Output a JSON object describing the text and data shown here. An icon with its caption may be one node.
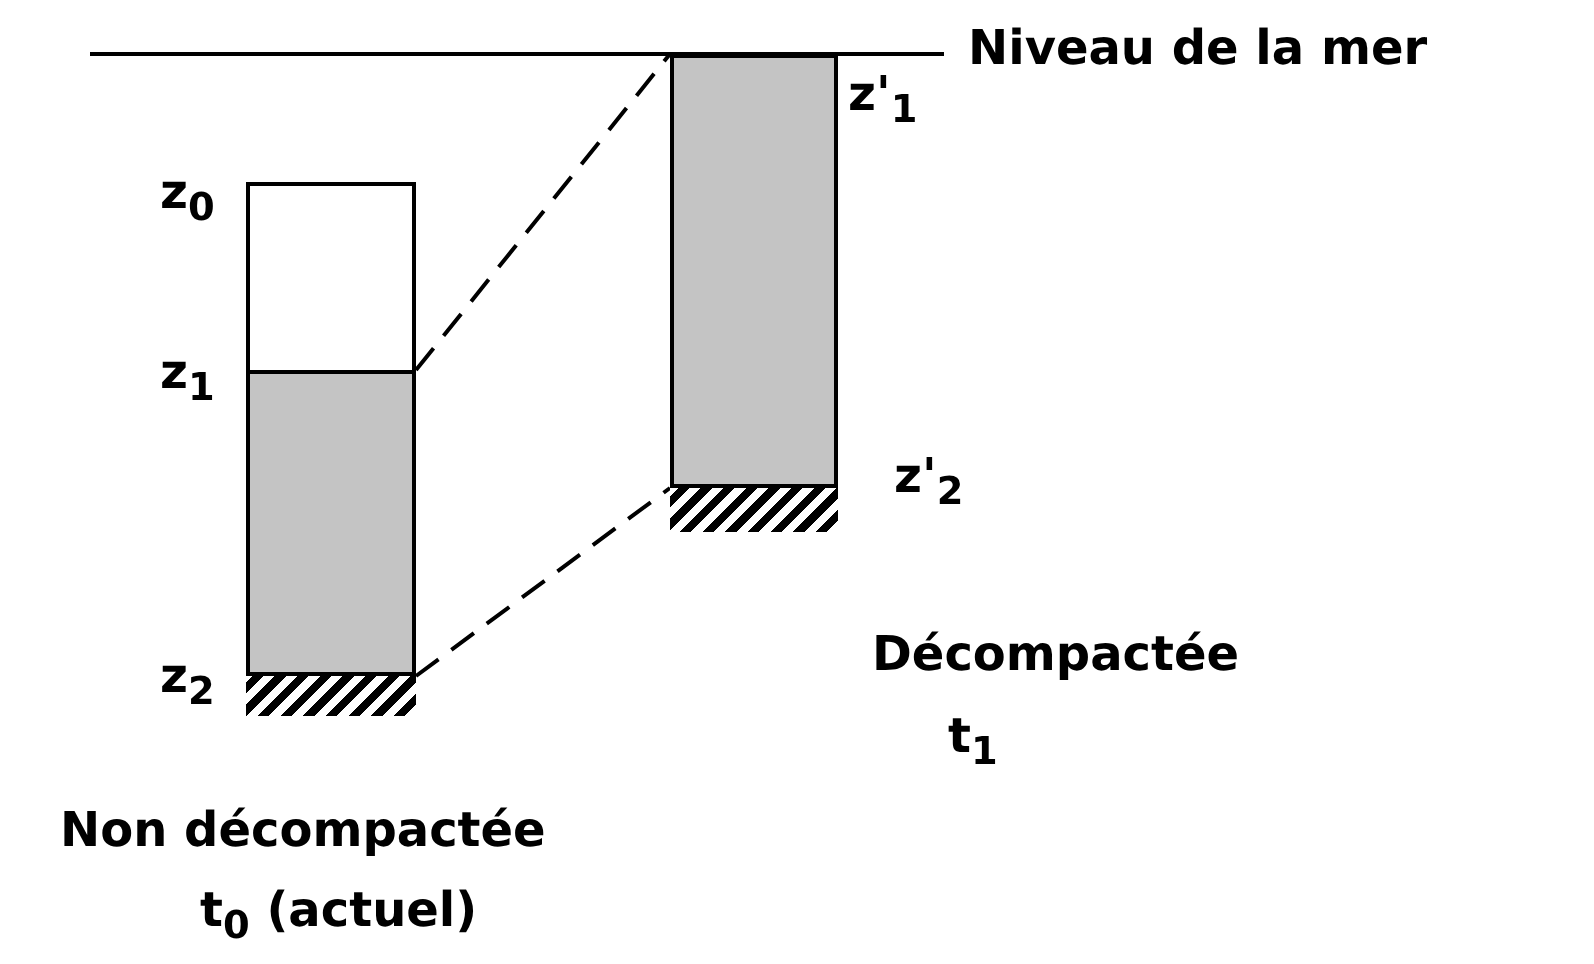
{
  "diagram": {
    "nodes": [
      {
        "text": [],
        "shape": "box"
      },
      {
        "text": [],
        "shape": "box"
      },
      {
        "text": [],
        "shape": "bar"
      },
      {
        "text": [],
        "shape": "box"
      },
      {
        "text": [],
        "shape": "bar"
      }
    ],
    "edges": [
      {
        "from": 1,
        "to": 3,
        "arrow": "none",
        "style": "dashed"
      },
      {
        "from": 1,
        "to": 3,
        "arrow": "none",
        "style": "dashed"
      }
    ],
    "labels": [
      "Niveau de la mer",
      "z'$_{1}$",
      "z$_{0}$",
      "z$_{1}$",
      "z'$_{2}$",
      "z$_{2}$",
      "Décompactée",
      "t$_{1}$",
      "Non décompactée",
      "t$_{0}$ (actuel)"
    ]
  }
}
